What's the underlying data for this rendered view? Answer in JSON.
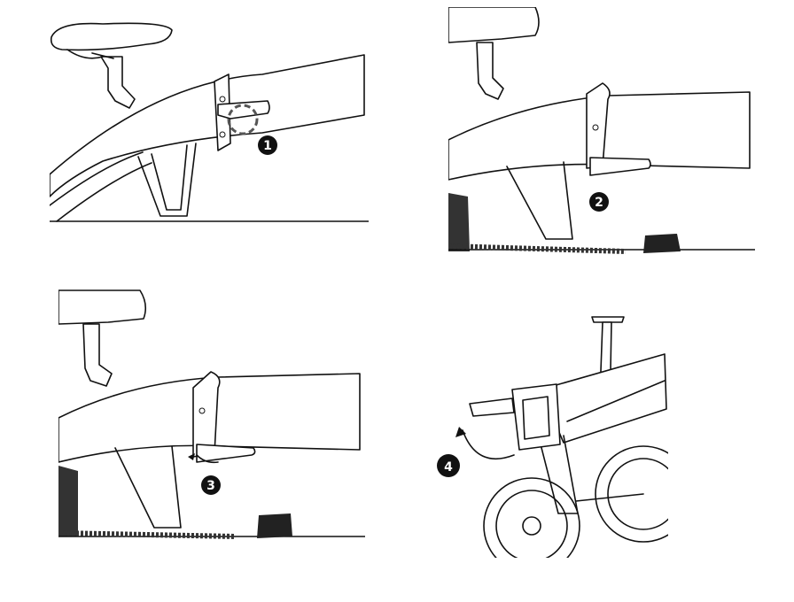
{
  "steps": [
    {
      "number": "1"
    },
    {
      "number": "2"
    },
    {
      "number": "3"
    },
    {
      "number": "4"
    }
  ]
}
